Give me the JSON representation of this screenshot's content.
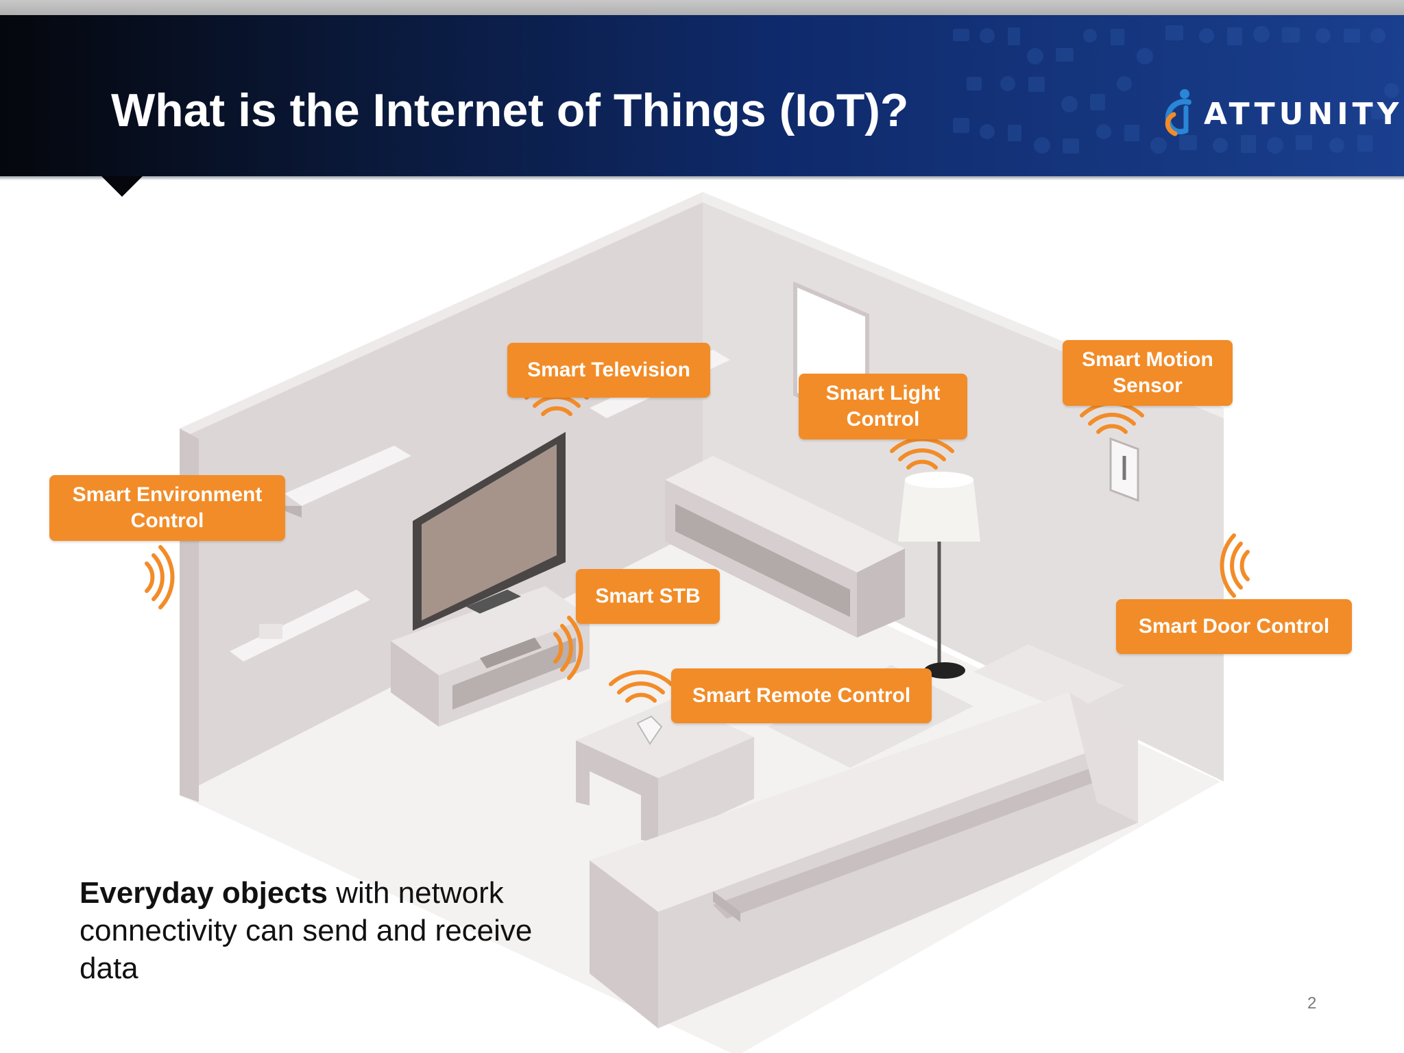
{
  "slide": {
    "title": "What is the Internet of Things (IoT)?",
    "logo_text": "ATTUNITY",
    "page_number": "2",
    "caption_bold": "Everyday objects",
    "caption_rest": " with network connectivity can send and receive data"
  },
  "labels": [
    {
      "id": "smart-television",
      "text": "Smart Television"
    },
    {
      "id": "smart-light-control",
      "text": "Smart Light Control"
    },
    {
      "id": "smart-motion-sensor",
      "text": "Smart Motion Sensor"
    },
    {
      "id": "smart-environment-control",
      "text": "Smart Environment Control"
    },
    {
      "id": "smart-stb",
      "text": "Smart STB"
    },
    {
      "id": "smart-door-control",
      "text": "Smart Door Control"
    },
    {
      "id": "smart-remote-control",
      "text": "Smart Remote Control"
    }
  ],
  "colors": {
    "accent": "#f28c28",
    "header_dark": "#05070d",
    "header_blue": "#1a3f8e",
    "logo_blue": "#2a86d6",
    "logo_orange": "#f28c28"
  },
  "icons": [
    "wifi-signal-icon",
    "attunity-logo-icon"
  ]
}
